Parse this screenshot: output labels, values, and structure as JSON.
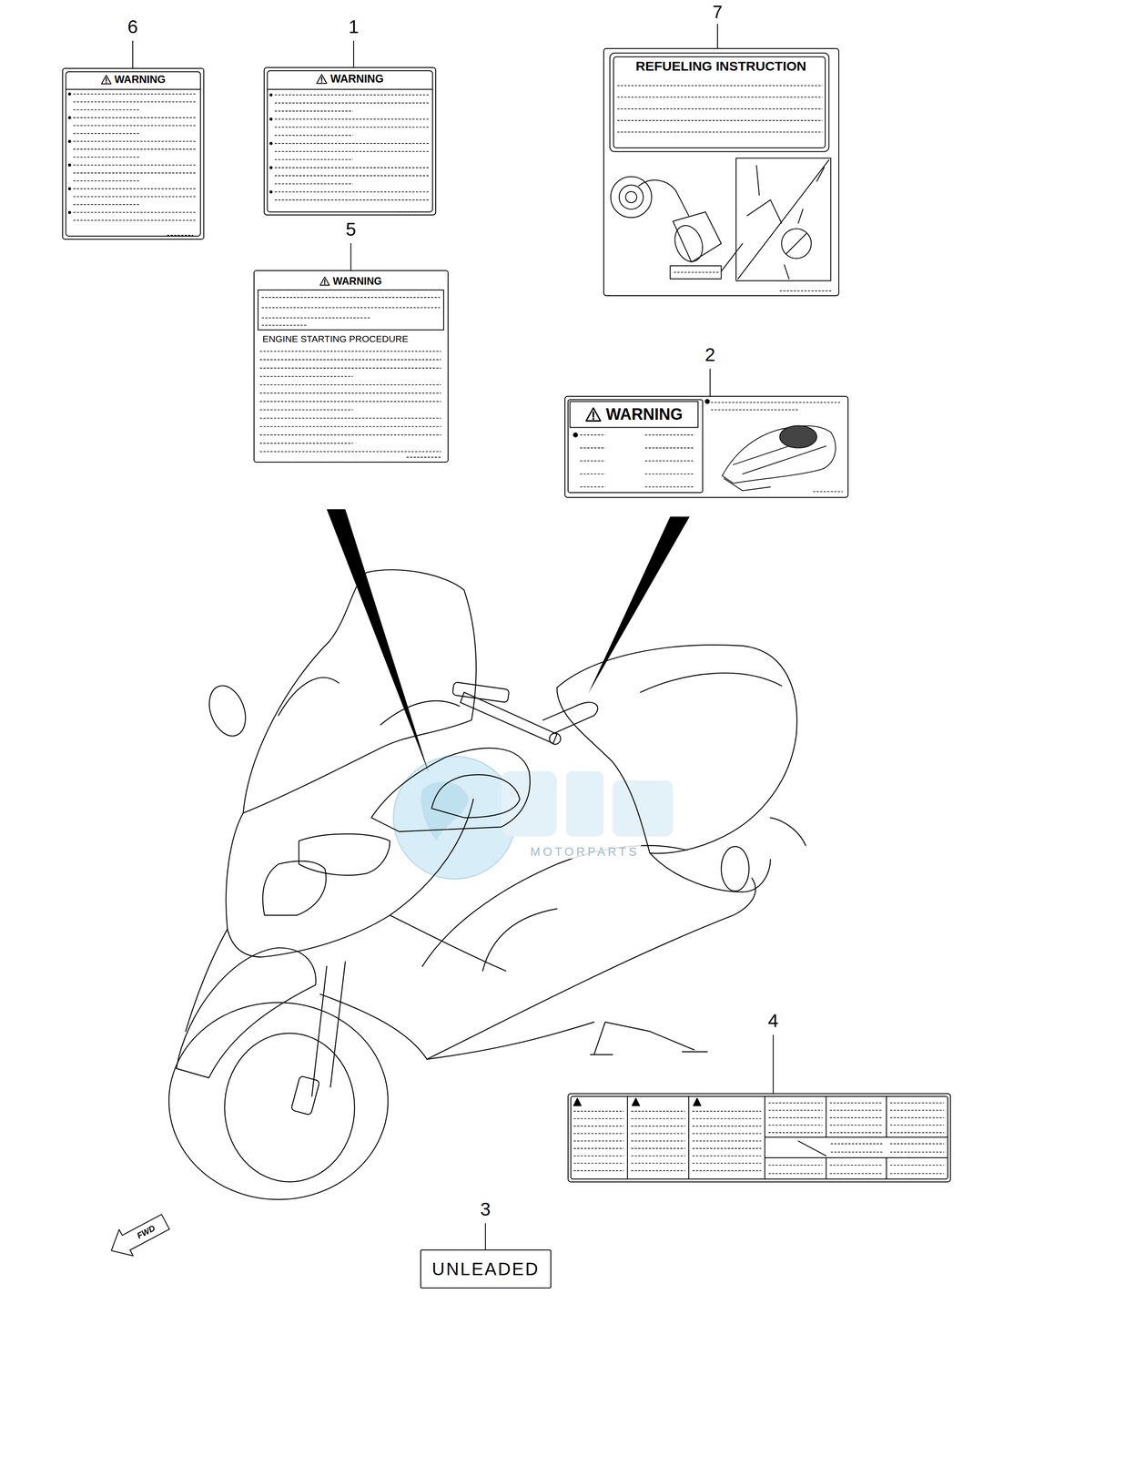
{
  "diagram": {
    "nodes": [
      {
        "text": [
          "WARNING"
        ]
      },
      {
        "text": [
          "WARNING"
        ]
      },
      {
        "text": [
          "WARNING",
          "ENGINE STARTING PROCEDURE"
        ]
      },
      {
        "text": [
          "REFUELING INSTRUCTION"
        ]
      },
      {
        "text": [
          "WARNING"
        ]
      },
      {
        "text": [
          "UNLEADED"
        ]
      }
    ],
    "labels": [
      "6",
      "1",
      "7",
      "5",
      "2",
      "4",
      "3",
      "MOTORPARTS",
      "FWD"
    ]
  }
}
